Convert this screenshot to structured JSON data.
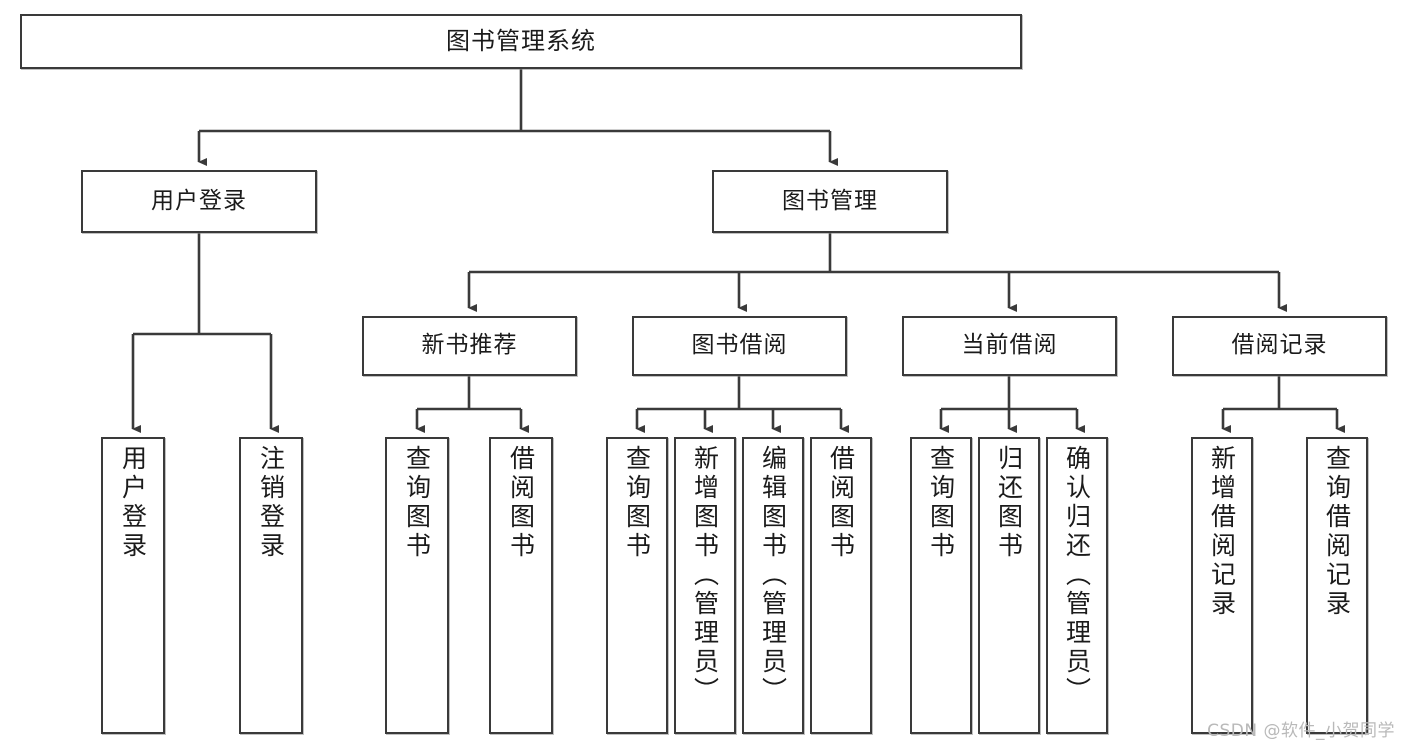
{
  "diagram": {
    "title": "图书管理系统",
    "type": "tree",
    "orientation": "top-down",
    "edge_style": "orthogonal-arrow",
    "colors": {
      "box_border": "#3a3a3a",
      "box_fill": "#ffffff",
      "edge": "#3a3a3a",
      "text": "#1b1b1b",
      "watermark": "#b9b9b9"
    }
  },
  "nodes": {
    "root": {
      "label": "图书管理系统"
    },
    "tier1": [
      {
        "id": "user-login",
        "label": "用户登录"
      },
      {
        "id": "book-manage",
        "label": "图书管理"
      }
    ],
    "tier2": [
      {
        "id": "new-book-rec",
        "label": "新书推荐"
      },
      {
        "id": "book-borrow",
        "label": "图书借阅"
      },
      {
        "id": "current-borrow",
        "label": "当前借阅"
      },
      {
        "id": "borrow-record",
        "label": "借阅记录"
      }
    ],
    "leaves": {
      "user_login": [
        {
          "id": "leaf-user-login",
          "label": "用户登录"
        },
        {
          "id": "leaf-logout",
          "label": "注销登录"
        }
      ],
      "new_book_rec": [
        {
          "id": "leaf-query-book-1",
          "label": "查询图书"
        },
        {
          "id": "leaf-borrow-book-1",
          "label": "借阅图书"
        }
      ],
      "book_borrow": [
        {
          "id": "leaf-query-book-2",
          "label": "查询图书"
        },
        {
          "id": "leaf-add-book",
          "label": "新增图书（管理员）"
        },
        {
          "id": "leaf-edit-book",
          "label": "编辑图书（管理员）"
        },
        {
          "id": "leaf-borrow-book-2",
          "label": "借阅图书"
        }
      ],
      "current_borrow": [
        {
          "id": "leaf-query-book-3",
          "label": "查询图书"
        },
        {
          "id": "leaf-return-book",
          "label": "归还图书"
        },
        {
          "id": "leaf-confirm-return",
          "label": "确认归还（管理员）"
        }
      ],
      "borrow_record": [
        {
          "id": "leaf-add-record",
          "label": "新增借阅记录"
        },
        {
          "id": "leaf-query-record",
          "label": "查询借阅记录"
        }
      ]
    }
  },
  "watermark": {
    "text": "CSDN @软件_小贺同学"
  }
}
